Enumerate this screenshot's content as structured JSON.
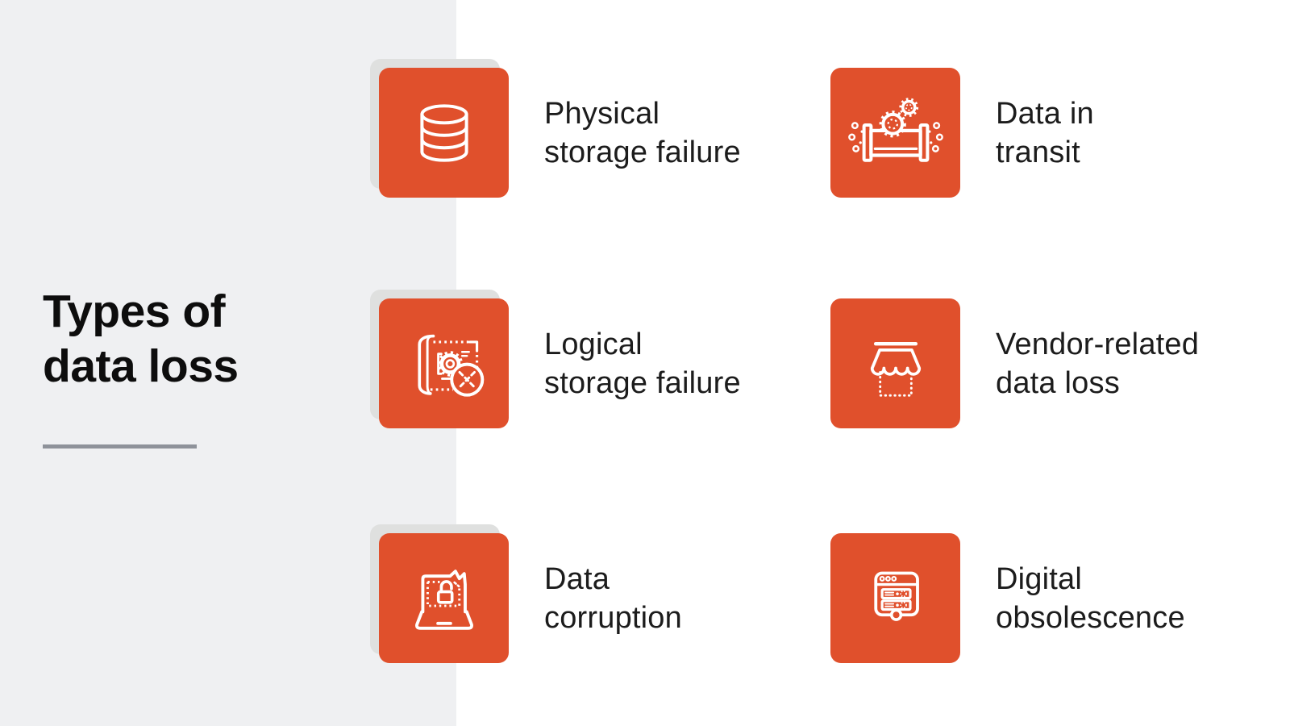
{
  "colors": {
    "accent": "#E0502C",
    "panel": "#EFF0F2",
    "shadow": "#DFE0DF",
    "underline": "#8E929A",
    "title": "#0D0D0D",
    "label": "#1C1C1C",
    "background": "#FFFFFF",
    "icon": "#FFFFFF"
  },
  "title": {
    "line1": "Types of",
    "line2": "data loss"
  },
  "items": [
    {
      "line1": "Physical",
      "line2": "storage failure",
      "icon": "database-icon",
      "shadow": true
    },
    {
      "line1": "Data in",
      "line2": "transit",
      "icon": "pipe-data-flow-icon",
      "shadow": false
    },
    {
      "line1": "Logical",
      "line2": "storage failure",
      "icon": "blueprint-error-icon",
      "shadow": true
    },
    {
      "line1": "Vendor-related",
      "line2": "data loss",
      "icon": "storefront-icon",
      "shadow": false
    },
    {
      "line1": "Data",
      "line2": "corruption",
      "icon": "broken-laptop-icon",
      "shadow": true
    },
    {
      "line1": "Digital",
      "line2": "obsolescence",
      "icon": "legacy-system-icon",
      "shadow": false
    }
  ]
}
